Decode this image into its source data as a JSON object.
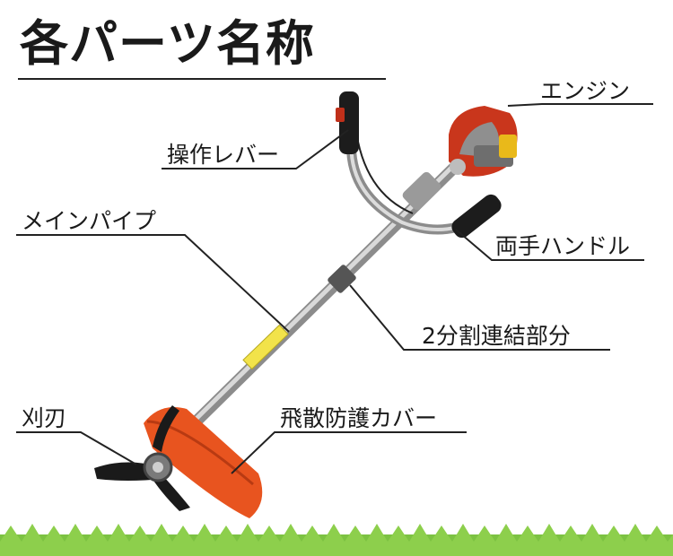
{
  "title": "各パーツ名称",
  "labels": {
    "engine": "エンジン",
    "lever": "操作レバー",
    "main_pipe": "メインパイプ",
    "handle": "両手ハンドル",
    "split_joint": "2分割連結部分",
    "blade": "刈刃",
    "guard": "飛散防護カバー"
  }
}
